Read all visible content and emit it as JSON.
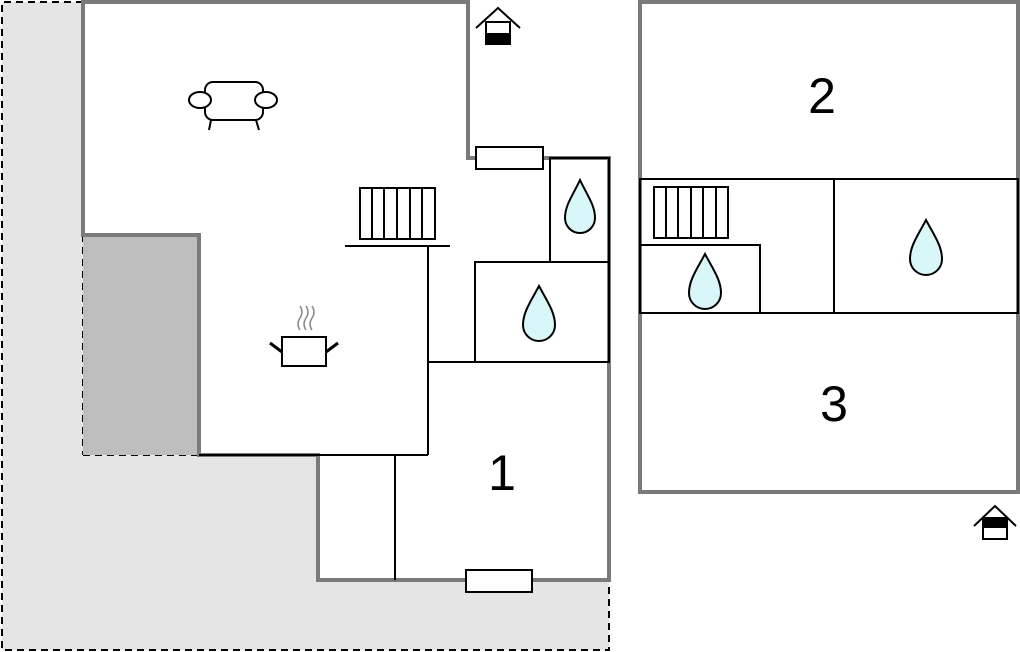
{
  "floor_plan": {
    "rooms": [
      {
        "id": "bedroom-1",
        "number": "1"
      },
      {
        "id": "bedroom-2",
        "number": "2"
      },
      {
        "id": "bedroom-3",
        "number": "3"
      }
    ],
    "icons": {
      "entrance": "house-entrance-icon",
      "sofa": "sofa-icon",
      "cooking_pot": "cooking-pot-icon",
      "radiator": "radiator-icon",
      "water_drop": "water-drop-icon"
    },
    "colors": {
      "terrace": "#e5e5e5",
      "covered_area": "#bdbdbd",
      "wall": "#7a7a7a",
      "water": "#d9f6f8"
    }
  }
}
